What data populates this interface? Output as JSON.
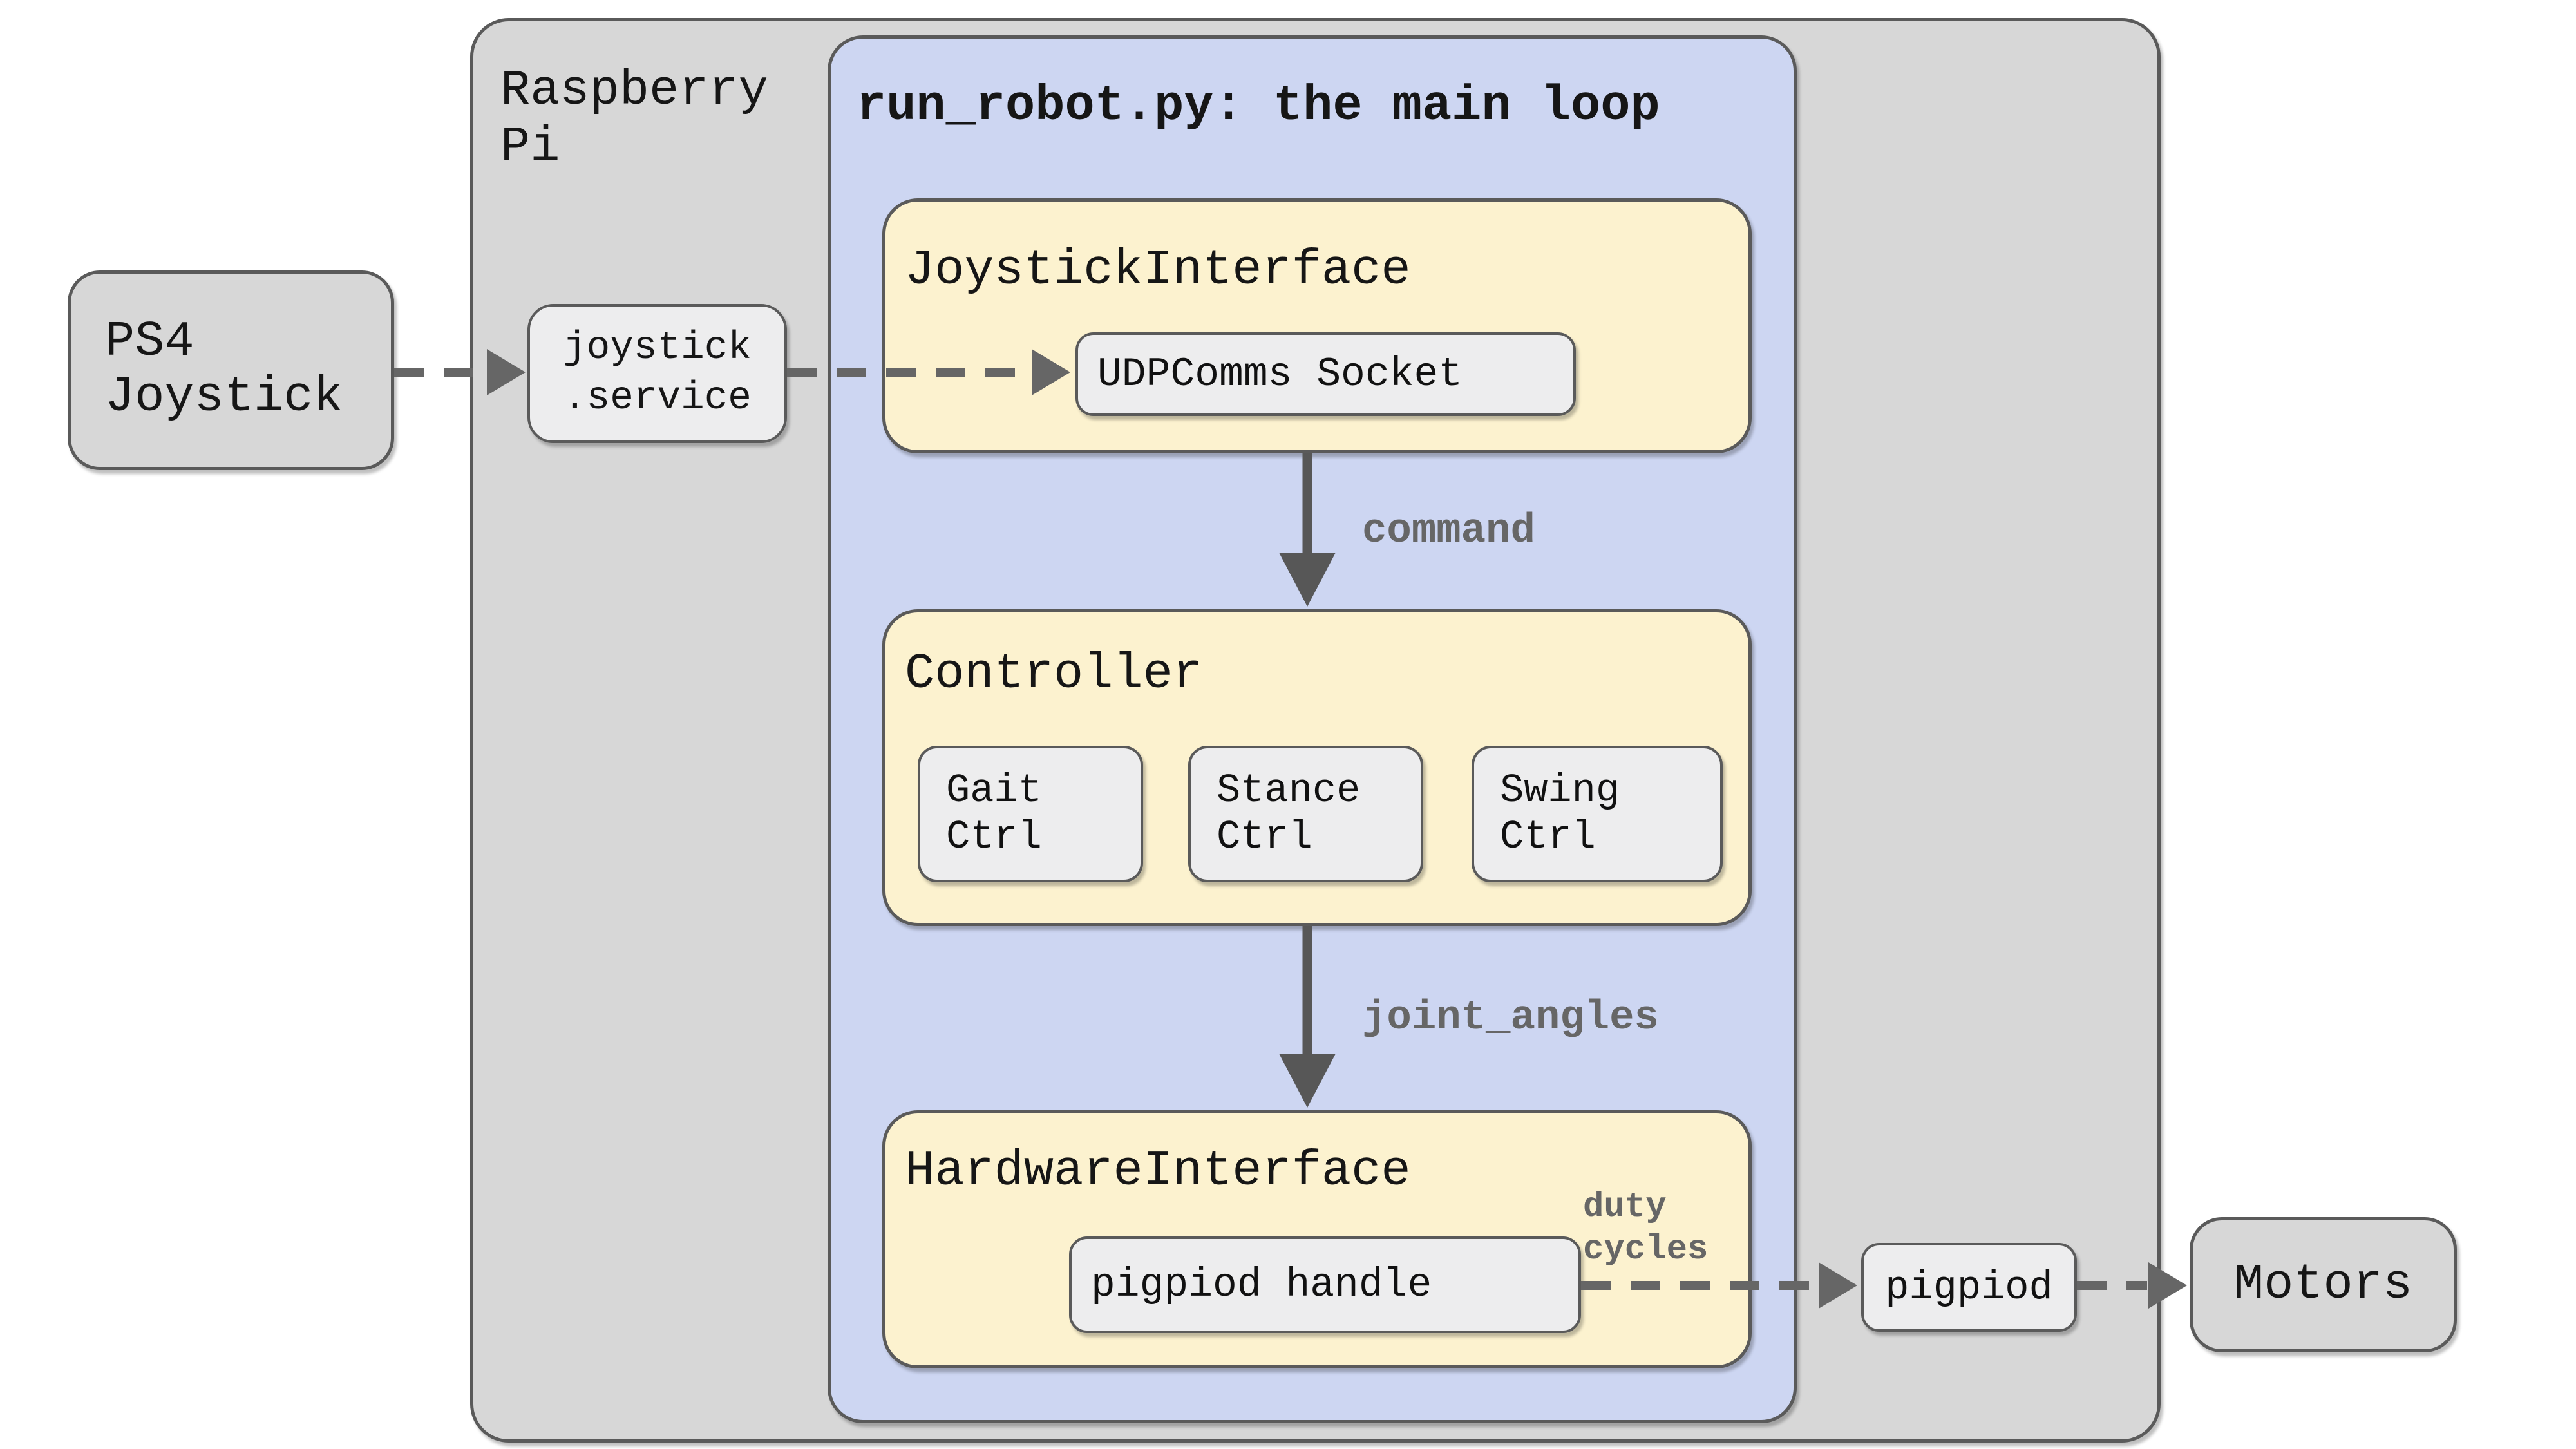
{
  "colors": {
    "outer_fill": "#d7d7d7",
    "blue_fill": "#cdd6f2",
    "yellow_fill": "#fcf2cf",
    "chip_fill": "#ededee",
    "border": "#5a5a5a",
    "solid_arrow": "#575757",
    "dashed_arrow": "#666666",
    "label_gray": "#666666"
  },
  "nodes": {
    "raspberry_pi": {
      "line1": "Raspberry",
      "line2": "Pi"
    },
    "main_title": "run_robot.py: the main loop",
    "ps4": {
      "line1": "PS4",
      "line2": "Joystick"
    },
    "joystick_service": {
      "line1": "joystick",
      "line2": ".service"
    },
    "joystick_interface": {
      "title": "JoystickInterface",
      "socket": "UDPComms Socket"
    },
    "controller": {
      "title": "Controller",
      "gait": {
        "line1": "Gait",
        "line2": "Ctrl"
      },
      "stance": {
        "line1": "Stance",
        "line2": "Ctrl"
      },
      "swing": {
        "line1": "Swing",
        "line2": "Ctrl"
      }
    },
    "hardware_interface": {
      "title": "HardwareInterface",
      "handle": "pigpiod handle"
    },
    "pigpiod": "pigpiod",
    "motors": "Motors"
  },
  "labels": {
    "command": "command",
    "joint_angles": "joint_angles",
    "duty": {
      "line1": "duty",
      "line2": "cycles"
    }
  }
}
